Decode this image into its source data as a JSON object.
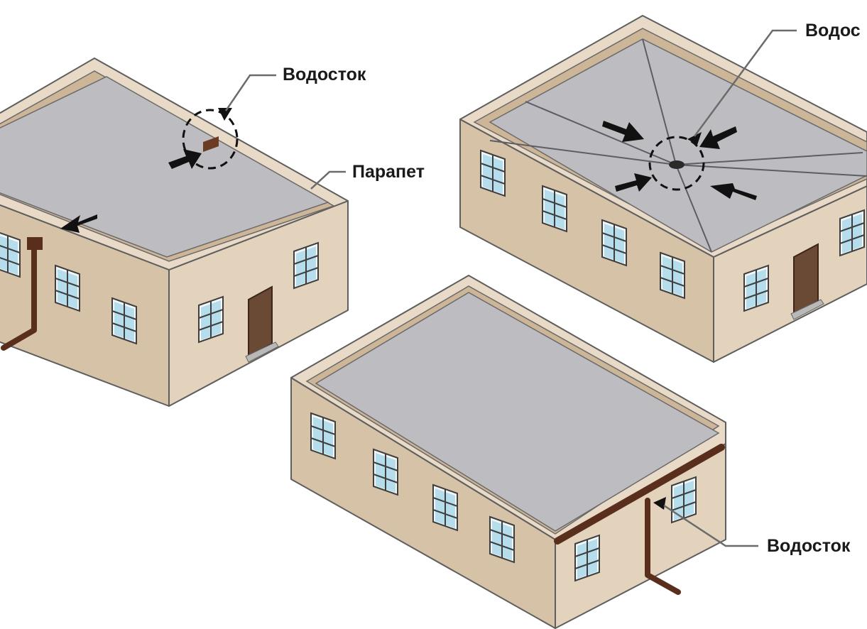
{
  "labels": {
    "drain_top_left": "Водосток",
    "parapet": "Парапет",
    "drain_top_right": "Водос",
    "drain_bottom": "Водосток"
  }
}
